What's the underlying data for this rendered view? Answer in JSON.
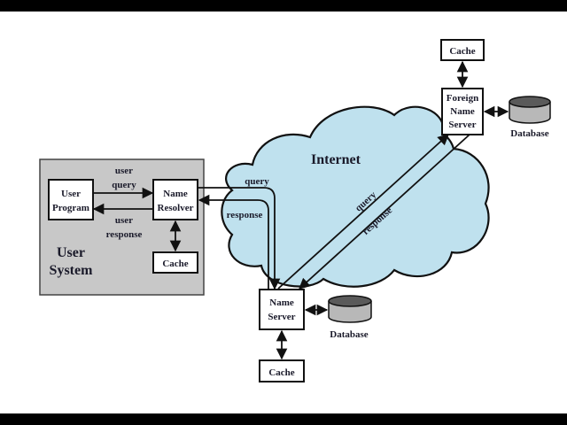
{
  "diagram": {
    "colors": {
      "cloud_fill": "#bfe1ee",
      "user_system_fill": "#c8c8c8",
      "box_fill": "#ffffff",
      "stroke": "#111111",
      "db_top": "#5a5a5a",
      "db_body": "#b8b8b8"
    },
    "user_system": {
      "label_line1": "User",
      "label_line2": "System",
      "user_program": {
        "line1": "User",
        "line2": "Program"
      },
      "name_resolver": {
        "line1": "Name",
        "line2": "Resolver"
      },
      "cache": "Cache",
      "edge_user_query": {
        "line1": "user",
        "line2": "query"
      },
      "edge_user_response": {
        "line1": "user",
        "line2": "response"
      }
    },
    "internet": {
      "label": "Internet",
      "edge_query_local": "query",
      "edge_response_local": "response",
      "edge_query_remote": "query",
      "edge_response_remote": "response"
    },
    "name_server": {
      "line1": "Name",
      "line2": "Server",
      "cache": "Cache",
      "database": "Database"
    },
    "foreign_name_server": {
      "line1": "Foreign",
      "line2": "Name",
      "line3": "Server",
      "cache": "Cache",
      "database": "Database"
    }
  }
}
